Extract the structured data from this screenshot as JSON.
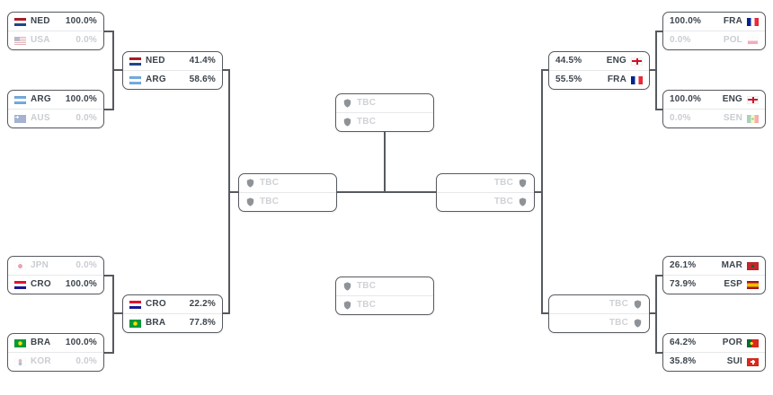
{
  "colors": {
    "text_dark": "#3c444c",
    "text_muted": "#c9cdd1",
    "connector_line": "#565a5f",
    "shield_icon": "#8e9398"
  },
  "matches": {
    "l16_1": {
      "rows": [
        {
          "flag": "ned",
          "team": "NED",
          "pct": "100.0%",
          "state": "won"
        },
        {
          "flag": "usa",
          "team": "USA",
          "pct": "0.0%",
          "state": "lost"
        }
      ]
    },
    "l16_2": {
      "rows": [
        {
          "flag": "arg",
          "team": "ARG",
          "pct": "100.0%",
          "state": "won"
        },
        {
          "flag": "aus",
          "team": "AUS",
          "pct": "0.0%",
          "state": "lost"
        }
      ]
    },
    "l16_3": {
      "rows": [
        {
          "flag": "jpn",
          "team": "JPN",
          "pct": "0.0%",
          "state": "lost"
        },
        {
          "flag": "cro",
          "team": "CRO",
          "pct": "100.0%",
          "state": "won"
        }
      ]
    },
    "l16_4": {
      "rows": [
        {
          "flag": "bra",
          "team": "BRA",
          "pct": "100.0%",
          "state": "won"
        },
        {
          "flag": "kor",
          "team": "KOR",
          "pct": "0.0%",
          "state": "lost"
        }
      ]
    },
    "lqf_1": {
      "rows": [
        {
          "flag": "ned",
          "team": "NED",
          "pct": "41.4%",
          "state": "live"
        },
        {
          "flag": "arg",
          "team": "ARG",
          "pct": "58.6%",
          "state": "live"
        }
      ]
    },
    "lqf_2": {
      "rows": [
        {
          "flag": "cro",
          "team": "CRO",
          "pct": "22.2%",
          "state": "live"
        },
        {
          "flag": "bra",
          "team": "BRA",
          "pct": "77.8%",
          "state": "live"
        }
      ]
    },
    "sf_left": {
      "rows": [
        {
          "team": "TBC",
          "state": "tbc",
          "icon": "shield"
        },
        {
          "team": "TBC",
          "state": "tbc",
          "icon": "shield"
        }
      ]
    },
    "final": {
      "rows": [
        {
          "team": "TBC",
          "state": "tbc",
          "icon": "shield"
        },
        {
          "team": "TBC",
          "state": "tbc",
          "icon": "shield"
        }
      ]
    },
    "third": {
      "rows": [
        {
          "team": "TBC",
          "state": "tbc",
          "icon": "shield"
        },
        {
          "team": "TBC",
          "state": "tbc",
          "icon": "shield"
        }
      ]
    },
    "sf_right": {
      "rows": [
        {
          "team": "TBC",
          "state": "tbc",
          "icon": "shield"
        },
        {
          "team": "TBC",
          "state": "tbc",
          "icon": "shield"
        }
      ]
    },
    "rqf_1": {
      "rows": [
        {
          "flag": "eng",
          "team": "ENG",
          "pct": "44.5%",
          "state": "live"
        },
        {
          "flag": "fra",
          "team": "FRA",
          "pct": "55.5%",
          "state": "live"
        }
      ]
    },
    "rqf_2": {
      "rows": [
        {
          "team": "TBC",
          "state": "tbc",
          "icon": "shield"
        },
        {
          "team": "TBC",
          "state": "tbc",
          "icon": "shield"
        }
      ]
    },
    "r16_1": {
      "rows": [
        {
          "flag": "fra",
          "team": "FRA",
          "pct": "100.0%",
          "state": "won"
        },
        {
          "flag": "pol",
          "team": "POL",
          "pct": "0.0%",
          "state": "lost"
        }
      ]
    },
    "r16_2": {
      "rows": [
        {
          "flag": "eng",
          "team": "ENG",
          "pct": "100.0%",
          "state": "won"
        },
        {
          "flag": "sen",
          "team": "SEN",
          "pct": "0.0%",
          "state": "lost"
        }
      ]
    },
    "r16_3": {
      "rows": [
        {
          "flag": "mar",
          "team": "MAR",
          "pct": "26.1%",
          "state": "live"
        },
        {
          "flag": "esp",
          "team": "ESP",
          "pct": "73.9%",
          "state": "live"
        }
      ]
    },
    "r16_4": {
      "rows": [
        {
          "flag": "por",
          "team": "POR",
          "pct": "64.2%",
          "state": "live"
        },
        {
          "flag": "sui",
          "team": "SUI",
          "pct": "35.8%",
          "state": "live"
        }
      ]
    }
  }
}
